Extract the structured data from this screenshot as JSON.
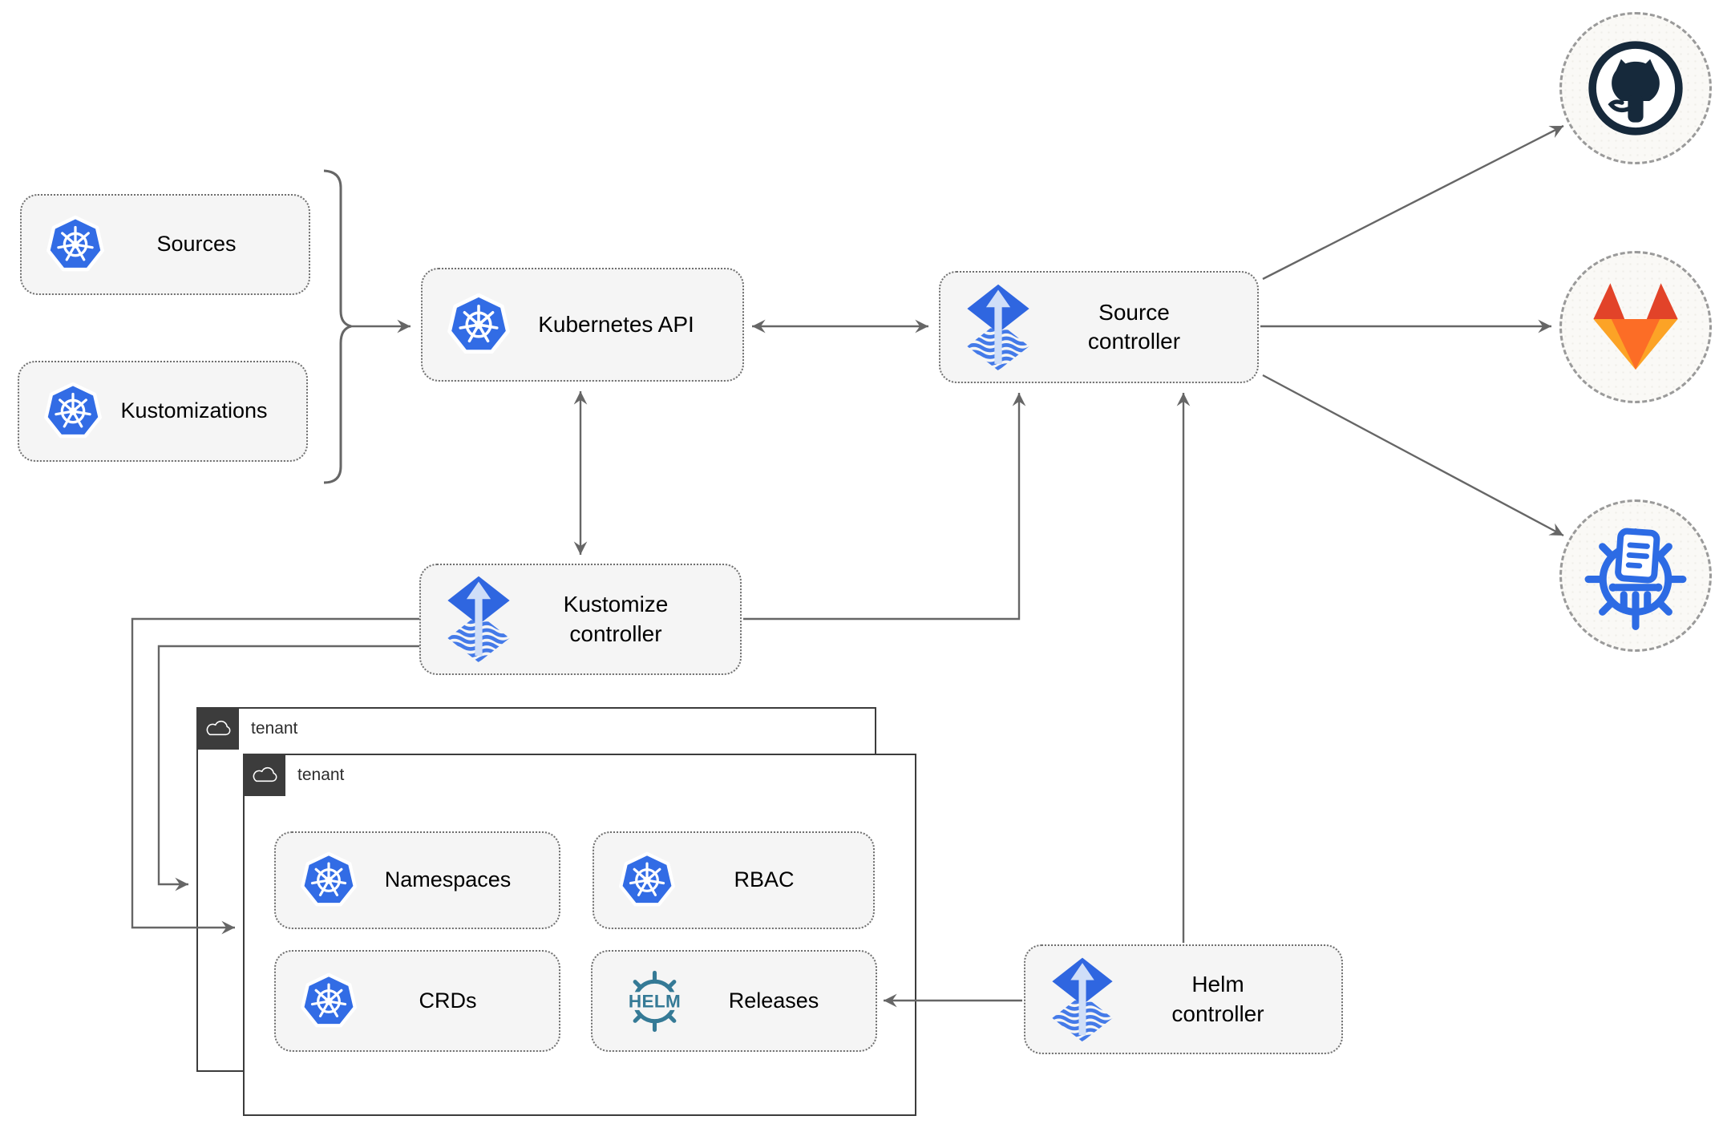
{
  "nodes": {
    "sources": {
      "label": "Sources",
      "icon": "kubernetes-icon"
    },
    "kustomizations": {
      "label": "Kustomizations",
      "icon": "kubernetes-icon"
    },
    "kubernetes_api": {
      "label": "Kubernetes API",
      "icon": "kubernetes-icon"
    },
    "source_controller": {
      "label": "Source\ncontroller",
      "icon": "flux-icon"
    },
    "kustomize_controller": {
      "label": "Kustomize\ncontroller",
      "icon": "flux-icon"
    },
    "helm_controller": {
      "label": "Helm\ncontroller",
      "icon": "flux-icon"
    },
    "tenant_back": {
      "label": "tenant",
      "icon": "cloud-icon"
    },
    "tenant_front": {
      "label": "tenant",
      "icon": "cloud-icon"
    },
    "namespaces": {
      "label": "Namespaces",
      "icon": "kubernetes-icon"
    },
    "rbac": {
      "label": "RBAC",
      "icon": "kubernetes-icon"
    },
    "crds": {
      "label": "CRDs",
      "icon": "kubernetes-icon"
    },
    "releases": {
      "label": "Releases",
      "icon": "helm-icon"
    },
    "github": {
      "icon": "github-icon"
    },
    "gitlab": {
      "icon": "gitlab-icon"
    },
    "registry": {
      "icon": "container-registry-icon"
    }
  },
  "edges": [
    {
      "from": "sources+kustomizations",
      "to": "kubernetes-api",
      "style": "arrow"
    },
    {
      "from": "kubernetes-api",
      "to": "source-controller",
      "style": "double-arrow"
    },
    {
      "from": "kubernetes-api",
      "to": "kustomize-controller",
      "style": "double-arrow"
    },
    {
      "from": "kustomize-controller",
      "to": "source-controller",
      "style": "arrow"
    },
    {
      "from": "kustomize-controller",
      "to": "tenant-front",
      "style": "arrow"
    },
    {
      "from": "kustomize-controller",
      "to": "tenant-back",
      "style": "arrow"
    },
    {
      "from": "helm-controller",
      "to": "source-controller",
      "style": "arrow"
    },
    {
      "from": "helm-controller",
      "to": "releases",
      "style": "arrow"
    },
    {
      "from": "source-controller",
      "to": "github",
      "style": "arrow"
    },
    {
      "from": "source-controller",
      "to": "gitlab",
      "style": "arrow"
    },
    {
      "from": "source-controller",
      "to": "registry",
      "style": "arrow"
    }
  ],
  "colors": {
    "kubernetes_blue": "#326ce5",
    "flux_blue": "#2f66e0",
    "flux_arrow_light": "#cfdef8",
    "helm_teal": "#357a96",
    "github_dark": "#16293b",
    "gitlab_dark_orange": "#e24329",
    "gitlab_orange": "#fc6d26",
    "gitlab_light_orange": "#fca326",
    "registry_blue": "#2d6be4",
    "node_background": "#f5f5f5",
    "node_border": "#6f6f6f",
    "connector_gray": "#666666",
    "tenant_dark": "#3c3c3c",
    "remote_circle_bg": "#faf9f6"
  }
}
